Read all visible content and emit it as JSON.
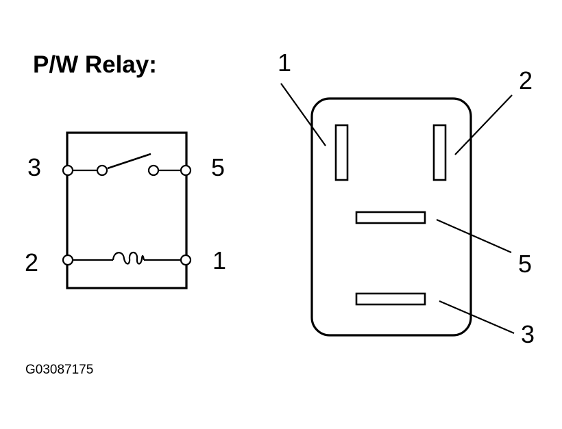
{
  "title": "P/W Relay:",
  "figure_code": "G03087175",
  "schematic": {
    "terminals": {
      "top_left": "3",
      "top_right": "5",
      "bottom_left": "2",
      "bottom_right": "1"
    }
  },
  "connector": {
    "pins": {
      "pin_1": "1",
      "pin_2": "2",
      "pin_5": "5",
      "pin_3": "3"
    }
  },
  "colors": {
    "ink": "#000000",
    "background": "#ffffff"
  }
}
